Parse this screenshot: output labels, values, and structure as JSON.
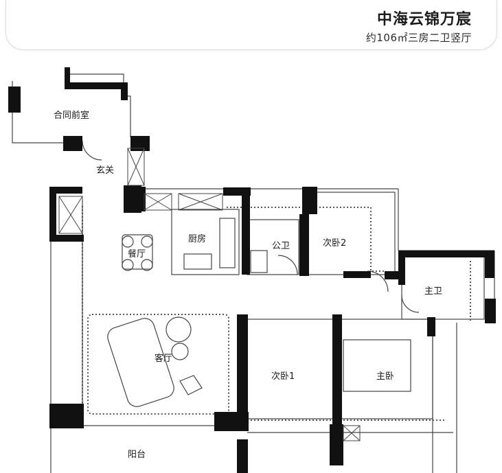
{
  "header": {
    "title": "中海云锦万宸",
    "subtitle": "约106㎡三房二卫竖厅"
  },
  "rooms": {
    "vestibule": "合同前室",
    "entrance": "玄关",
    "dining": "餐厅",
    "kitchen": "厨房",
    "public_bath": "公卫",
    "bedroom2": "次卧2",
    "master_bath": "主卫",
    "living": "客厅",
    "bedroom1": "次卧1",
    "master_bedroom": "主卧",
    "balcony": "阳台"
  },
  "colors": {
    "wall": "#111111",
    "line": "#444444",
    "dotted": "#555555"
  }
}
